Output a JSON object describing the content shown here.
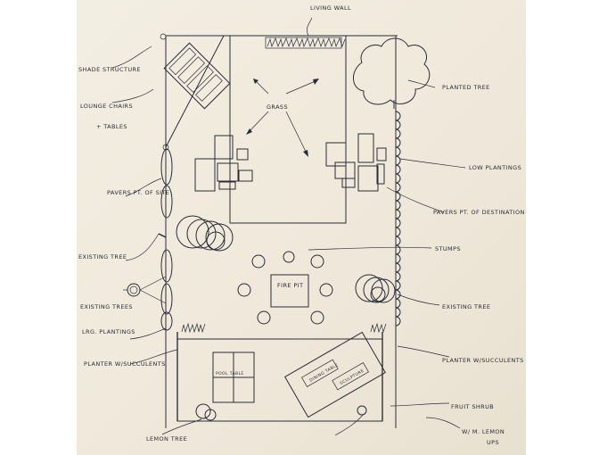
{
  "labels": {
    "living_wall": "LIVING WALL",
    "shade_structure": "SHADE STRUCTURE",
    "lounge_chairs": "LOUNGE CHAIRS",
    "tables": "+ TABLES",
    "grass": "GRASS",
    "planted_tree": "PLANTED TREE",
    "low_plantings": "LOW PLANTINGS",
    "pavers_dest": "PAVERS PT. OF DESTINATION",
    "pavers_pt": "PAVERS PT. OF SITE",
    "existing_tree_left": "EXISTING TREE",
    "existing_tree_right": "EXISTING TREE",
    "stumps": "STUMPS",
    "fire_pit": "FIRE PIT",
    "existing_trees": "EXISTING TREES",
    "lrg_plantings": "LRG. PLANTINGS",
    "planter_left": "PLANTER W/SUCCULENTS",
    "planter_right": "PLANTER W/SUCCULENTS",
    "fruit_shrub": "FRUIT SHRUB",
    "small_lemon": "W/ M. LEMON",
    "lemon_tree": "LEMON TREE",
    "pool_table": "POOL TABLE",
    "dining_table": "DINING TABLE",
    "sculpture": "SCULPTURE",
    "tool_suffix": "UPS"
  },
  "colors": {
    "paper": "#f2ecdf",
    "ink": "#2b2b38"
  }
}
